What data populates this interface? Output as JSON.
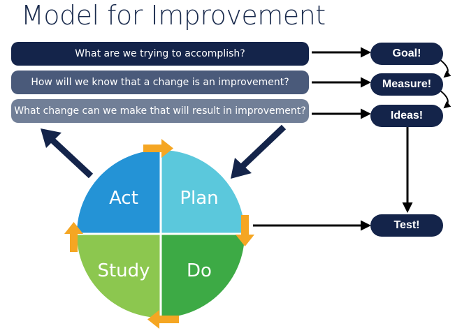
{
  "title": "Model for Improvement",
  "questions": [
    {
      "text": "What are we trying to accomplish?",
      "color": "#14244a"
    },
    {
      "text": "How will we know that a change is an improvement?",
      "color": "#4a5a7a"
    },
    {
      "text": "What change can we make that will result in improvement?",
      "color": "#717f97"
    }
  ],
  "steps": [
    {
      "label": "Goal!"
    },
    {
      "label": "Measure!"
    },
    {
      "label": "Ideas!"
    },
    {
      "label": "Test!"
    }
  ],
  "cycle": [
    {
      "label": "Act",
      "color": "#2493d6"
    },
    {
      "label": "Plan",
      "color": "#5bc8dc"
    },
    {
      "label": "Study",
      "color": "#8cc74f"
    },
    {
      "label": "Do",
      "color": "#3daa45"
    }
  ],
  "colors": {
    "dark": "#14244a",
    "orange": "#f5a623"
  }
}
